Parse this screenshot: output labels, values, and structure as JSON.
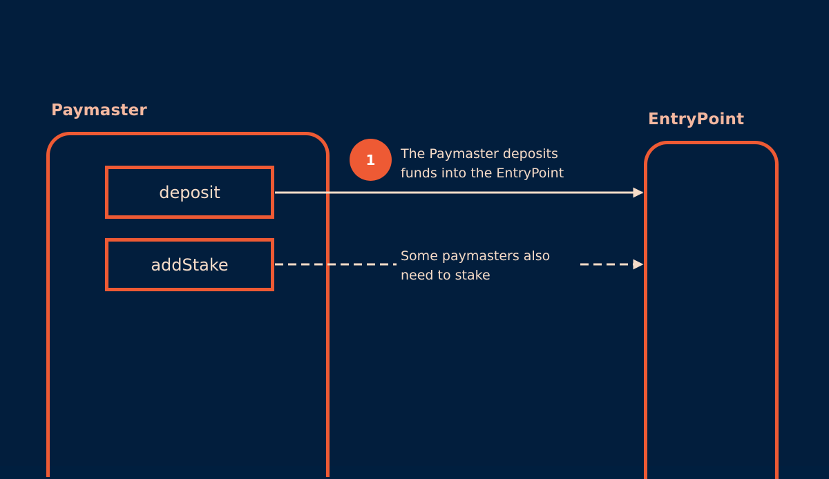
{
  "lanes": {
    "paymaster": {
      "title": "Paymaster"
    },
    "entrypoint": {
      "title": "EntryPoint"
    }
  },
  "methods": {
    "deposit": {
      "label": "deposit"
    },
    "add_stake": {
      "label": "addStake"
    }
  },
  "steps": [
    {
      "number": "1",
      "text_lines": [
        "The Paymaster deposits",
        "funds into the EntryPoint"
      ],
      "arrow_style": "solid"
    },
    {
      "number": "",
      "text_lines": [
        "Some paymasters also",
        "need to stake"
      ],
      "arrow_style": "dashed"
    }
  ],
  "colors": {
    "background": "#021e3d",
    "accent": "#ee5a34",
    "lane_title": "#f4b8a0",
    "text": "#f6dcc8",
    "arrow": "#f6dcc8"
  }
}
